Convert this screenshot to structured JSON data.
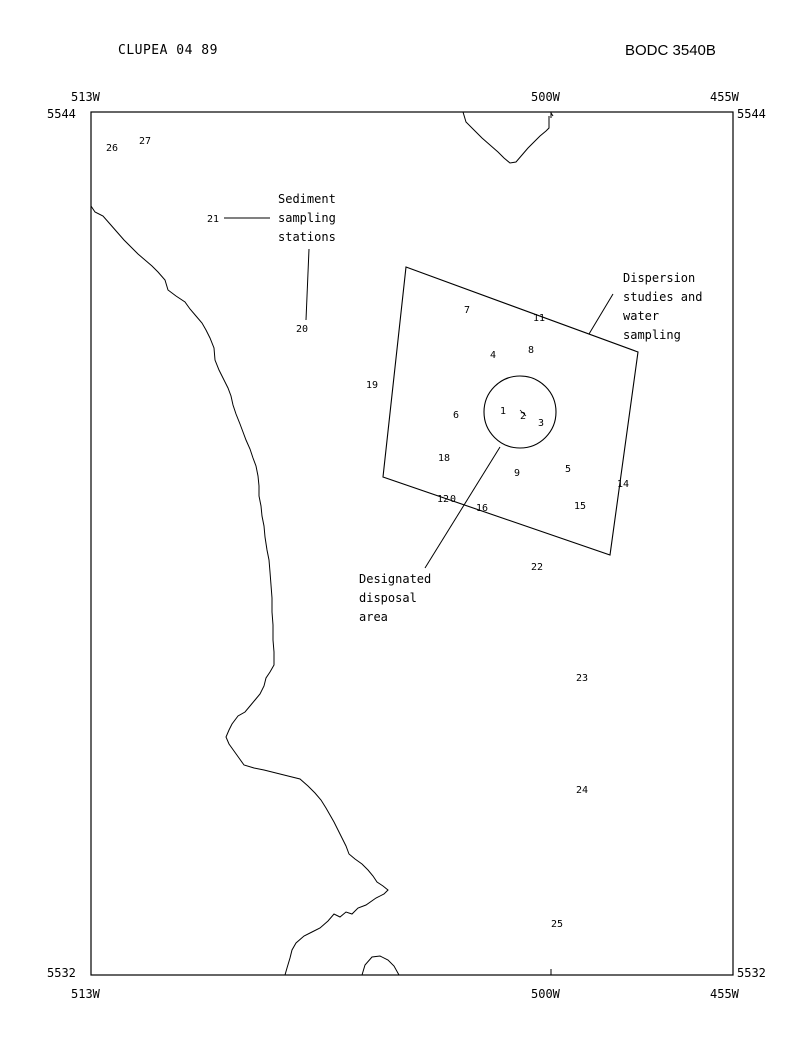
{
  "header": {
    "left": "CLUPEA 04 89",
    "right": "BODC 3540B"
  },
  "axes": {
    "top_left_lon": "513W",
    "top_mid_lon": "500W",
    "top_right_lon": "455W",
    "left_top_lat": "5544",
    "right_top_lat": "5544",
    "left_bottom_lat": "5532",
    "right_bottom_lat": "5532",
    "bottom_left_lon": "513W",
    "bottom_mid_lon": "500W",
    "bottom_right_lon": "455W"
  },
  "annotations": {
    "sediment": [
      "Sediment",
      "sampling",
      "stations"
    ],
    "dispersion": [
      "Dispersion",
      "studies and",
      "water",
      "sampling"
    ],
    "disposal": [
      "Designated",
      "disposal",
      "area"
    ]
  },
  "stations": [
    {
      "id": "26"
    },
    {
      "id": "27"
    },
    {
      "id": "21"
    },
    {
      "id": "20"
    },
    {
      "id": "19"
    },
    {
      "id": "7"
    },
    {
      "id": "11"
    },
    {
      "id": "8"
    },
    {
      "id": "4"
    },
    {
      "id": "6"
    },
    {
      "id": "1"
    },
    {
      "id": "2"
    },
    {
      "id": "3"
    },
    {
      "id": "18"
    },
    {
      "id": "9"
    },
    {
      "id": "5"
    },
    {
      "id": "14"
    },
    {
      "id": "12"
    },
    {
      "id": "0"
    },
    {
      "id": "16"
    },
    {
      "id": "15"
    },
    {
      "id": "22"
    },
    {
      "id": "23"
    },
    {
      "id": "24"
    },
    {
      "id": "25"
    }
  ]
}
